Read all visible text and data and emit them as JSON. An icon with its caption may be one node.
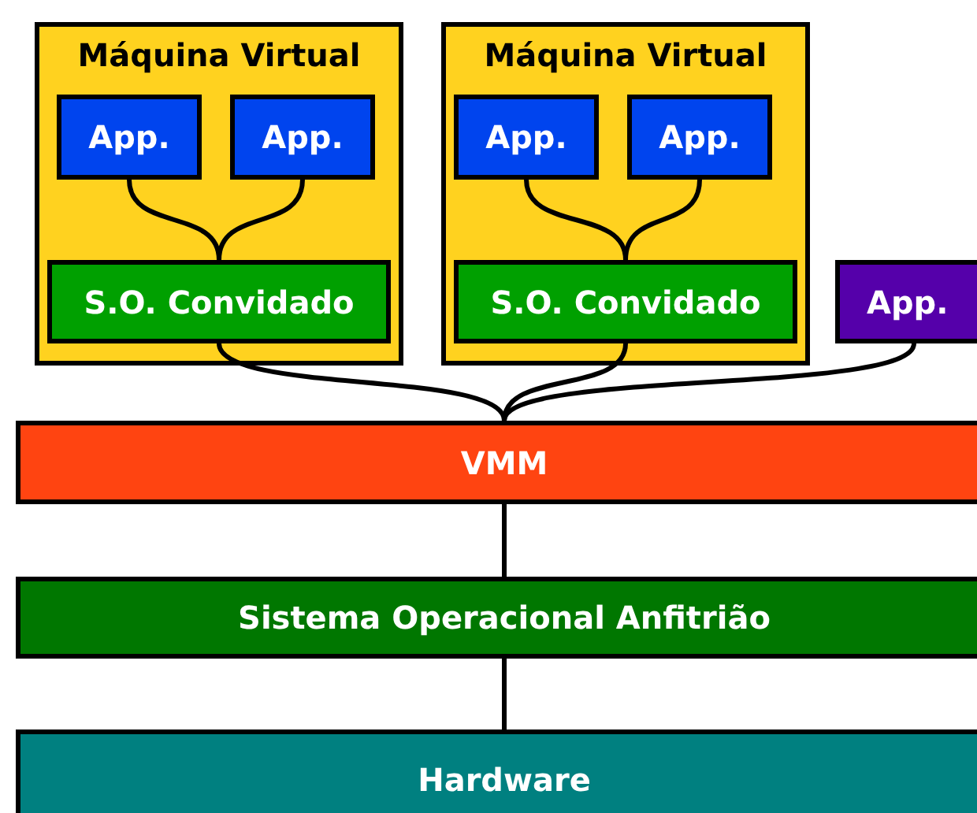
{
  "diagram": {
    "nodes": [
      {
        "text": [
          "Máquina Virtual"
        ]
      },
      {
        "text": [
          "App."
        ],
        "in": 0
      },
      {
        "text": [
          "App."
        ],
        "in": 0
      },
      {
        "text": [
          "S.O. Convidado"
        ],
        "in": 0
      },
      {
        "text": [
          "Máquina Virtual"
        ]
      },
      {
        "text": [
          "App."
        ],
        "in": 4
      },
      {
        "text": [
          "App."
        ],
        "in": 4
      },
      {
        "text": [
          "S.O. Convidado"
        ],
        "in": 4
      },
      {
        "text": [
          "App."
        ]
      },
      {
        "text": [
          "VMM"
        ]
      },
      {
        "text": [
          "Sistema Operacional Anfitrião"
        ]
      },
      {
        "text": [
          "Hardware"
        ]
      }
    ],
    "edges": [
      {
        "from": 1,
        "to": 3,
        "arrow": "none"
      },
      {
        "from": 2,
        "to": 3,
        "arrow": "none"
      },
      {
        "from": 5,
        "to": 7,
        "arrow": "none"
      },
      {
        "from": 6,
        "to": 7,
        "arrow": "none"
      },
      {
        "from": 3,
        "to": 9,
        "arrow": "none"
      },
      {
        "from": 7,
        "to": 9,
        "arrow": "none"
      },
      {
        "from": 8,
        "to": 9,
        "arrow": "none"
      },
      {
        "from": 9,
        "to": 10,
        "arrow": "none"
      },
      {
        "from": 10,
        "to": 11,
        "arrow": "none"
      }
    ]
  }
}
